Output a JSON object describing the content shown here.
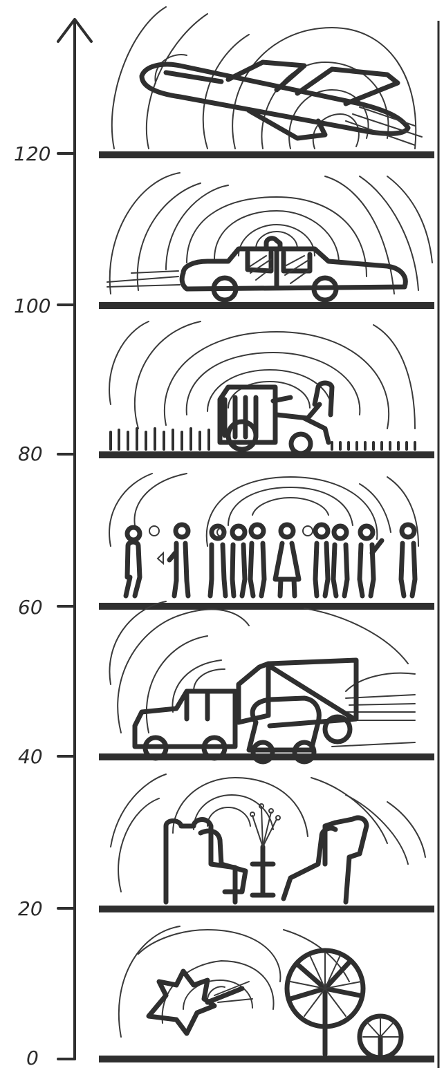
{
  "scale": {
    "ticks": [
      {
        "label": "120",
        "value": 120
      },
      {
        "label": "100",
        "value": 100
      },
      {
        "label": "80",
        "value": 80
      },
      {
        "label": "60",
        "value": 60
      },
      {
        "label": "40",
        "value": 40
      },
      {
        "label": "20",
        "value": 20
      },
      {
        "label": "0",
        "value": 0
      }
    ]
  },
  "panels": [
    {
      "level": 120,
      "icon": "jet-airplane-icon"
    },
    {
      "level": 100,
      "icon": "police-car-siren-icon"
    },
    {
      "level": 80,
      "icon": "riding-lawn-mower-icon"
    },
    {
      "level": 60,
      "icon": "crowd-of-people-icon"
    },
    {
      "level": 40,
      "icon": "road-traffic-icon"
    },
    {
      "level": 20,
      "icon": "conversation-in-armchairs-icon"
    },
    {
      "level": 0,
      "icon": "rustling-leaves-and-trees-icon"
    }
  ],
  "colors": {
    "ink": "#2f2f2f",
    "background": "#ffffff"
  }
}
